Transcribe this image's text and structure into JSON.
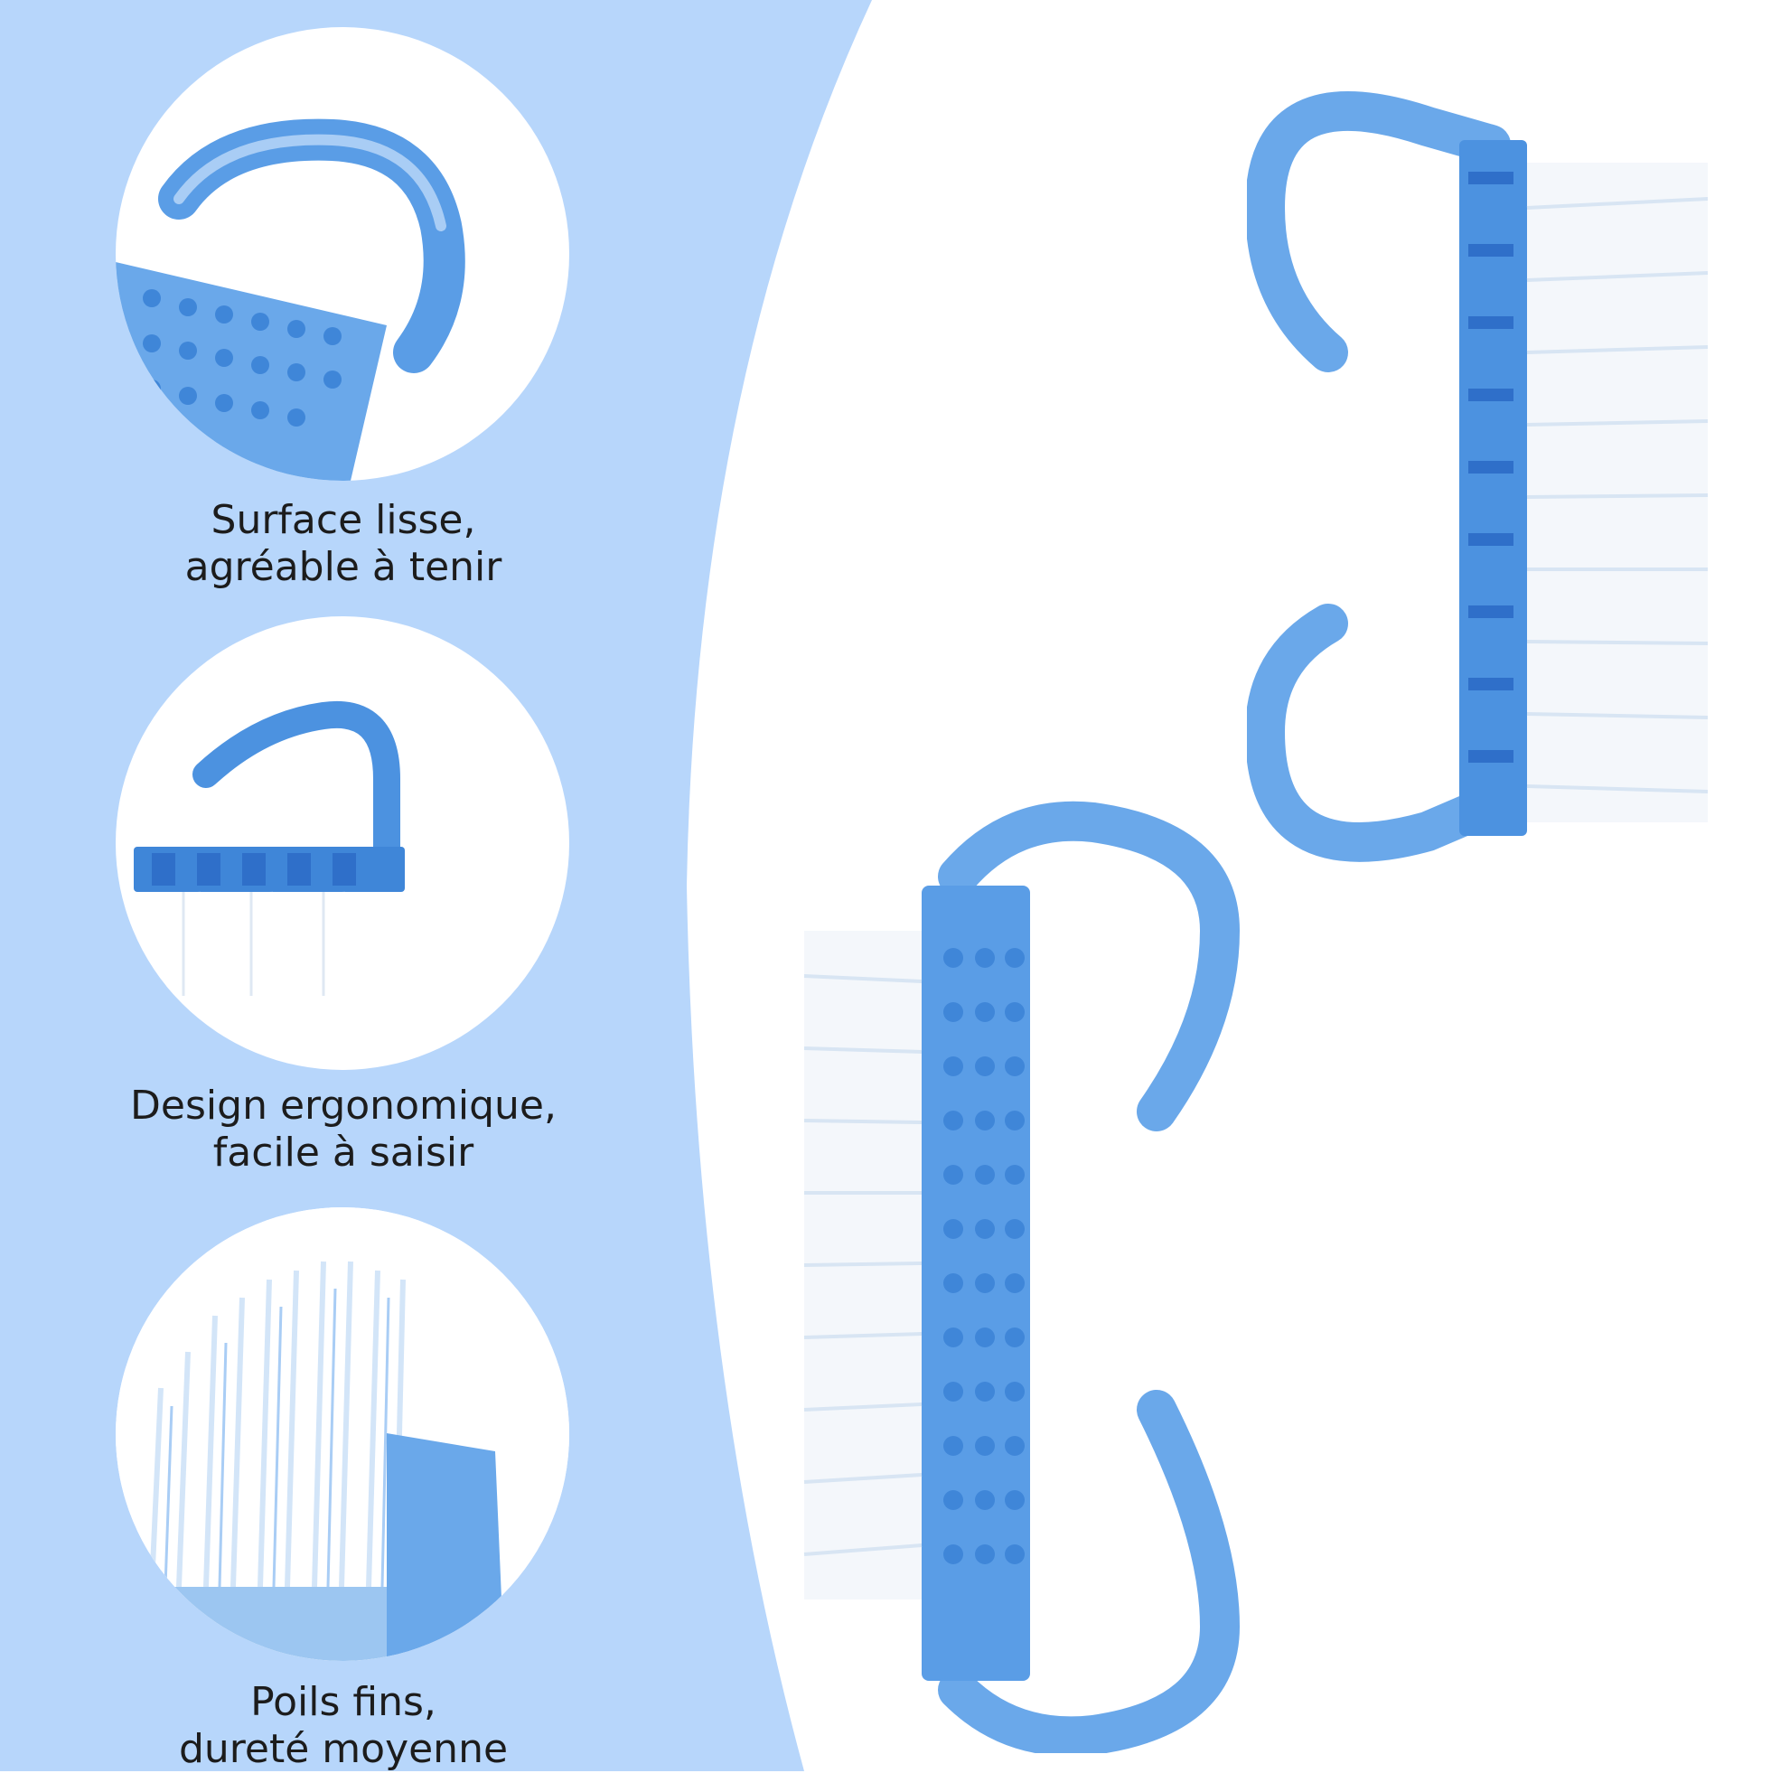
{
  "colors": {
    "panel": "#b7d6fb",
    "brush_blue": "#5a9de6",
    "brush_dark": "#2f6fc9",
    "bristle": "#f4f7fb",
    "text": "#1c1c1c"
  },
  "features": [
    {
      "line1": "Surface lisse,",
      "line2": "agréable à tenir"
    },
    {
      "line1": "Design ergonomique,",
      "line2": "facile à saisir"
    },
    {
      "line1": "Poils fins,",
      "line2": "dureté moyenne"
    }
  ]
}
